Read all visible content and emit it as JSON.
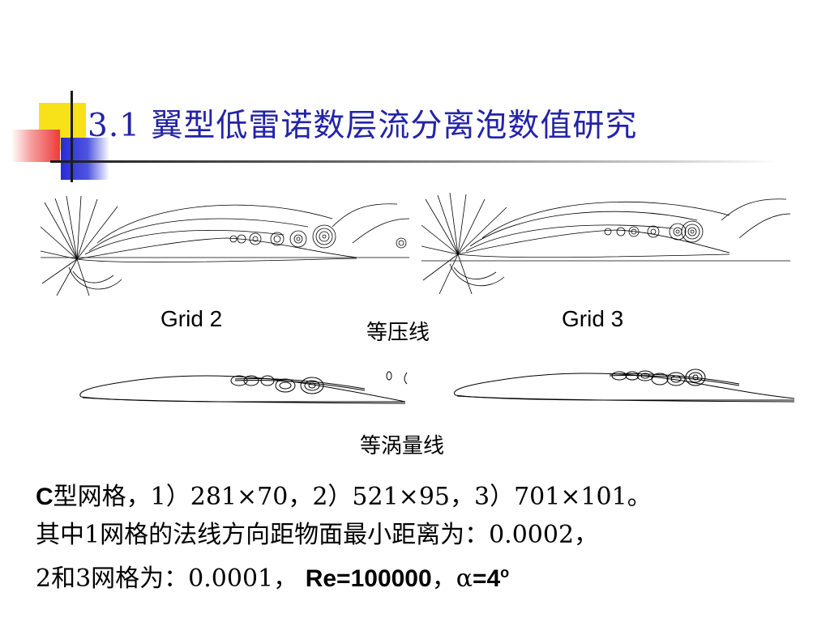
{
  "slide": {
    "title": "3.1 翼型低雷诺数层流分离泡数值研究"
  },
  "figures": {
    "pressure_label": "等压线",
    "vorticity_label": "等涡量线",
    "grid_left_label": "Grid 2",
    "grid_right_label": "Grid 3"
  },
  "description": {
    "line1_bold": "C",
    "line1_text": "型网格，1）281×70，2）521×95，3）701×101。",
    "line2_text": "其中1网格的法线方向距物面最小距离为：0.0002，",
    "line3_text": "2和3网格为：0.0001，",
    "re_text": "Re=100000",
    "sep": "，",
    "alpha_symbol": "α",
    "alpha_value": "=4",
    "degree": "o"
  },
  "colors": {
    "title": "#2323a8",
    "accent_yellow": "#f7e21a",
    "accent_blue": "#2a2ad6",
    "accent_red": "#ee3a3a"
  }
}
